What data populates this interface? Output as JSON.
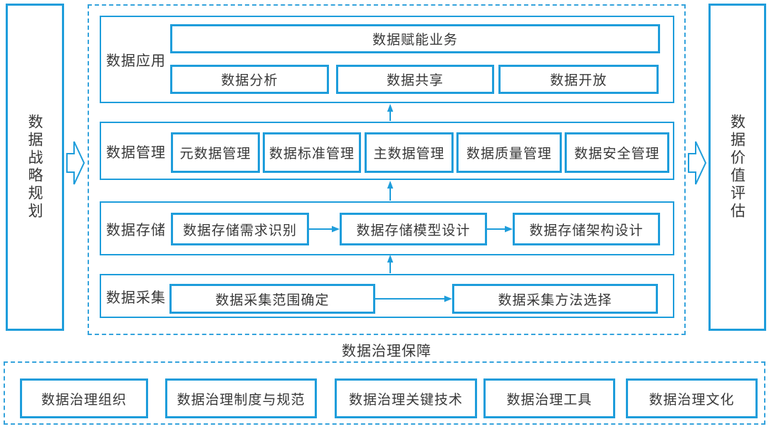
{
  "left_panel": {
    "label": "数据战略规划"
  },
  "right_panel": {
    "label": "数据价值评估"
  },
  "core": {
    "application": {
      "label": "数据应用",
      "full_box": "数据赋能业务",
      "boxes": [
        "数据分析",
        "数据共享",
        "数据开放"
      ]
    },
    "management": {
      "label": "数据管理",
      "boxes": [
        "元数据管理",
        "数据标准管理",
        "主数据管理",
        "数据质量管理",
        "数据安全管理"
      ]
    },
    "storage": {
      "label": "数据存储",
      "boxes": [
        "数据存储需求识别",
        "数据存储模型设计",
        "数据存储架构设计"
      ]
    },
    "collection": {
      "label": "数据采集",
      "boxes": [
        "数据采集范围确定",
        "数据采集方法选择"
      ]
    }
  },
  "governance": {
    "caption": "数据治理保障",
    "boxes": [
      "数据治理组织",
      "数据治理制度与规范",
      "数据治理关键技术",
      "数据治理工具",
      "数据治理文化"
    ]
  },
  "colors": {
    "line": "#1e9ddb",
    "dash": "#35a3dc",
    "text": "#383838"
  }
}
